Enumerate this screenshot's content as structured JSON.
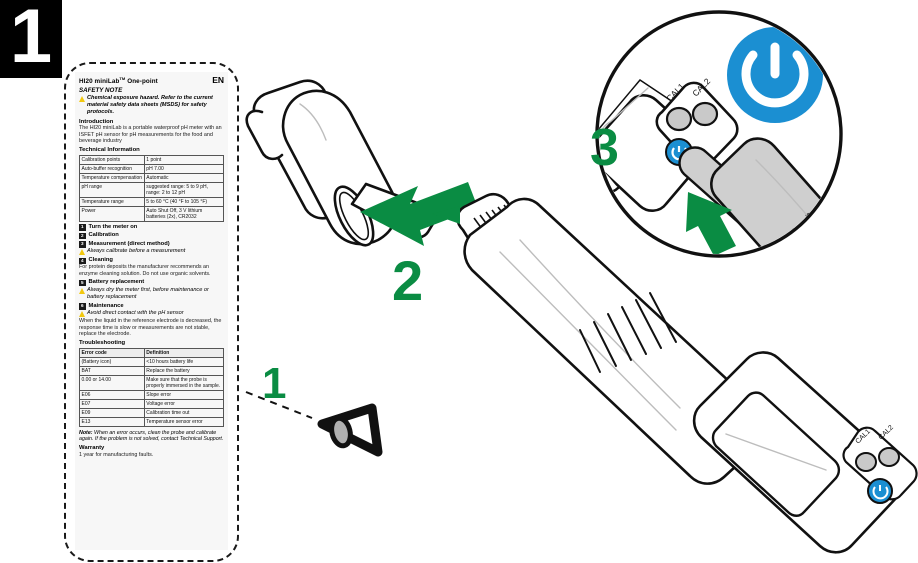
{
  "step_badge": {
    "number": "1"
  },
  "leaflet": {
    "title": "HI20 miniLab",
    "title_sup": "TM",
    "title_tail": " One-point",
    "language": "EN",
    "safety_heading": "SAFETY NOTE",
    "warning_text": "Chemical exposure hazard. Refer to the current material safety data sheets (MSDS) for safety protocols.",
    "intro_heading": "Introduction",
    "intro_text": "The HI20 miniLab is a portable waterproof pH meter with an ISFET pH sensor for pH measurements for the food and beverage industry",
    "tech_heading": "Technical Information",
    "tech_rows": [
      {
        "label": "Calibration points",
        "value": "1 point"
      },
      {
        "label": "Auto-buffer recognition",
        "value": "pH 7.00"
      },
      {
        "label": "Temperature compensation",
        "value": "Automatic"
      },
      {
        "label": "pH range",
        "value": "suggested range: 5 to 9 pH, range: 2 to 12 pH"
      },
      {
        "label": "Temperature range",
        "value": "5 to 60 °C (40 °F to 105 °F)"
      },
      {
        "label": "Power",
        "value": "Auto Shut Off, 3 V lithium batteries (2x), CR2032"
      }
    ],
    "steps": [
      {
        "num": "1",
        "label": "Turn the meter on",
        "note": ""
      },
      {
        "num": "2",
        "label": "Calibration",
        "note": ""
      },
      {
        "num": "3",
        "label": "Measurement (direct method)",
        "note": "Always calibrate before a measurement"
      },
      {
        "num": "4",
        "label": "Cleaning",
        "note": ""
      },
      {
        "num": "5",
        "label": "Battery replacement",
        "note": "Always dry the meter first, before maintenance or battery replacement"
      },
      {
        "num": "6",
        "label": "Maintenance",
        "note": "Avoid direct contact with the pH sensor"
      }
    ],
    "cleaning_text": "For protein deposits the manufacturer recommends an enzyme cleaning solution. Do not use organic solvents.",
    "maintenance_text": "When the liquid in the reference electrode is decreased, the response time is slow or measurements are not stable, replace the electrode.",
    "trouble_heading": "Troubleshooting",
    "trouble_headers": [
      "Error code",
      "Definition"
    ],
    "trouble_rows": [
      {
        "code": "(Battery icon)",
        "definition": "<10 hours battery life"
      },
      {
        "code": "BAT",
        "definition": "Replace the battery"
      },
      {
        "code": "0.00 or 14.00",
        "definition": "Make sure that the probe is properly immersed in the sample."
      },
      {
        "code": "E06",
        "definition": "Slope error"
      },
      {
        "code": "E07",
        "definition": "Voltage error"
      },
      {
        "code": "E09",
        "definition": "Calibration time out"
      },
      {
        "code": "E13",
        "definition": "Temperature sensor error"
      }
    ],
    "note_label": "Note:",
    "note_text": " When an error occurs, clean the probe and calibrate again. If the problem is not solved, contact Technical Support.",
    "warranty_heading": "Warranty",
    "warranty_text": "1 year for manufacturing faults."
  },
  "callouts": {
    "read_manual": "1",
    "remove_cap": "2",
    "press_power": "3"
  },
  "device": {
    "button_cal1": "CAL1",
    "button_cal2": "CAL2",
    "power_icon": "power-icon"
  },
  "colors": {
    "green": "#0a8c43",
    "blue": "#1b8fd2",
    "black": "#111111",
    "warning_yellow": "#f2c80f",
    "device_gray": "#d4d4d4"
  }
}
